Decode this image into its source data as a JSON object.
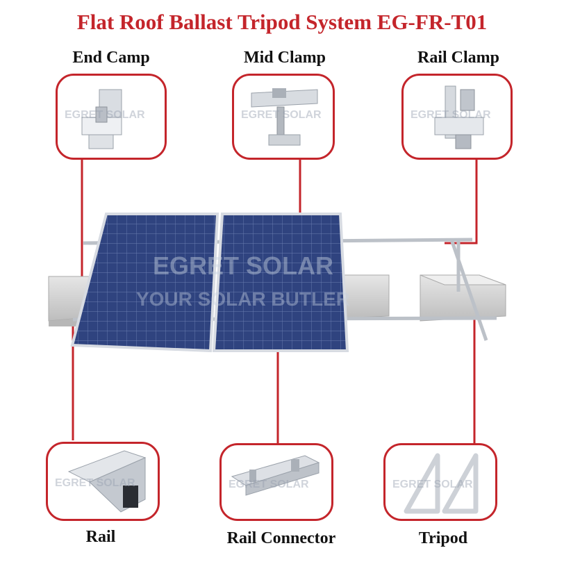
{
  "title": "Flat Roof Ballast Tripod System EG-FR-T01",
  "components": {
    "end_clamp": "End Camp",
    "mid_clamp": "Mid Clamp",
    "rail_clamp": "Rail Clamp",
    "rail": "Rail",
    "rail_connector": "Rail Connector",
    "tripod": "Tripod"
  },
  "watermark": {
    "brand": "EGRET SOLAR",
    "tagline": "YOUR SOLAR BUTLER"
  },
  "colors": {
    "accent": "#c4252b",
    "panel": "#2c3f7a",
    "ballast": "#d9d9d9",
    "aluminium": "#c8ccd2"
  }
}
